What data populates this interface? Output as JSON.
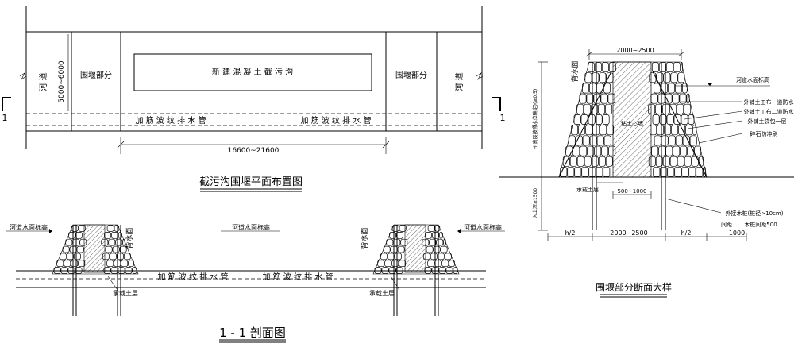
{
  "plan": {
    "river_left": "河 道",
    "river_right": "河 道",
    "dim_width": "5000~6000",
    "cofferdam_left": "围堰部分",
    "cofferdam_right": "围堰部分",
    "new_trench": "新 建 混 凝 土 截 污 沟",
    "pipe_left": "加 筋 波 纹 排 水 管",
    "pipe_right": "加 筋 波 纹 排 水 管",
    "dim_length": "16600~21600",
    "section_mark_left": "1",
    "section_mark_right": "1",
    "title": "截污沟围堰平面布置图"
  },
  "section11": {
    "water_left": "河道水面标高",
    "water_mid": "河道水面标高",
    "water_right": "河道水面标高",
    "upstream_left": "背水面",
    "upstream_right": "背水面",
    "pipe_left": "加 筋 波 纹 排 水 管",
    "pipe_right": "加 筋 波 纹 排 水 管",
    "soil_left": "承载土层",
    "soil_right": "承载土层",
    "title": "1 - 1 剖面图"
  },
  "detail": {
    "top_dim": "2000~2500",
    "back_face": "背水面",
    "clay_core": "粘土心墙",
    "water_level": "河道水面标高",
    "layer1": "外铺土工布一道防水",
    "layer2": "外铺土工布二道防水",
    "layer3": "外铺土袋包一层",
    "riprap": "碎石防冲刷",
    "height_dim": "H(高度按照水位确定)(≥0.5)",
    "embed_dim": "入土深≥1500",
    "inner_dim": "500~1000",
    "soil": "承载土层",
    "pile_note": "外接木桩(桩径>10cm)",
    "pile_spacing_label": "间距",
    "pile_spacing_value": "木桩间距500",
    "bottom_h2_left": "h/2",
    "bottom_mid": "2000~2500",
    "bottom_h2_right": "h/2",
    "bottom_right": "1000",
    "title": "围堰部分断面大样"
  }
}
